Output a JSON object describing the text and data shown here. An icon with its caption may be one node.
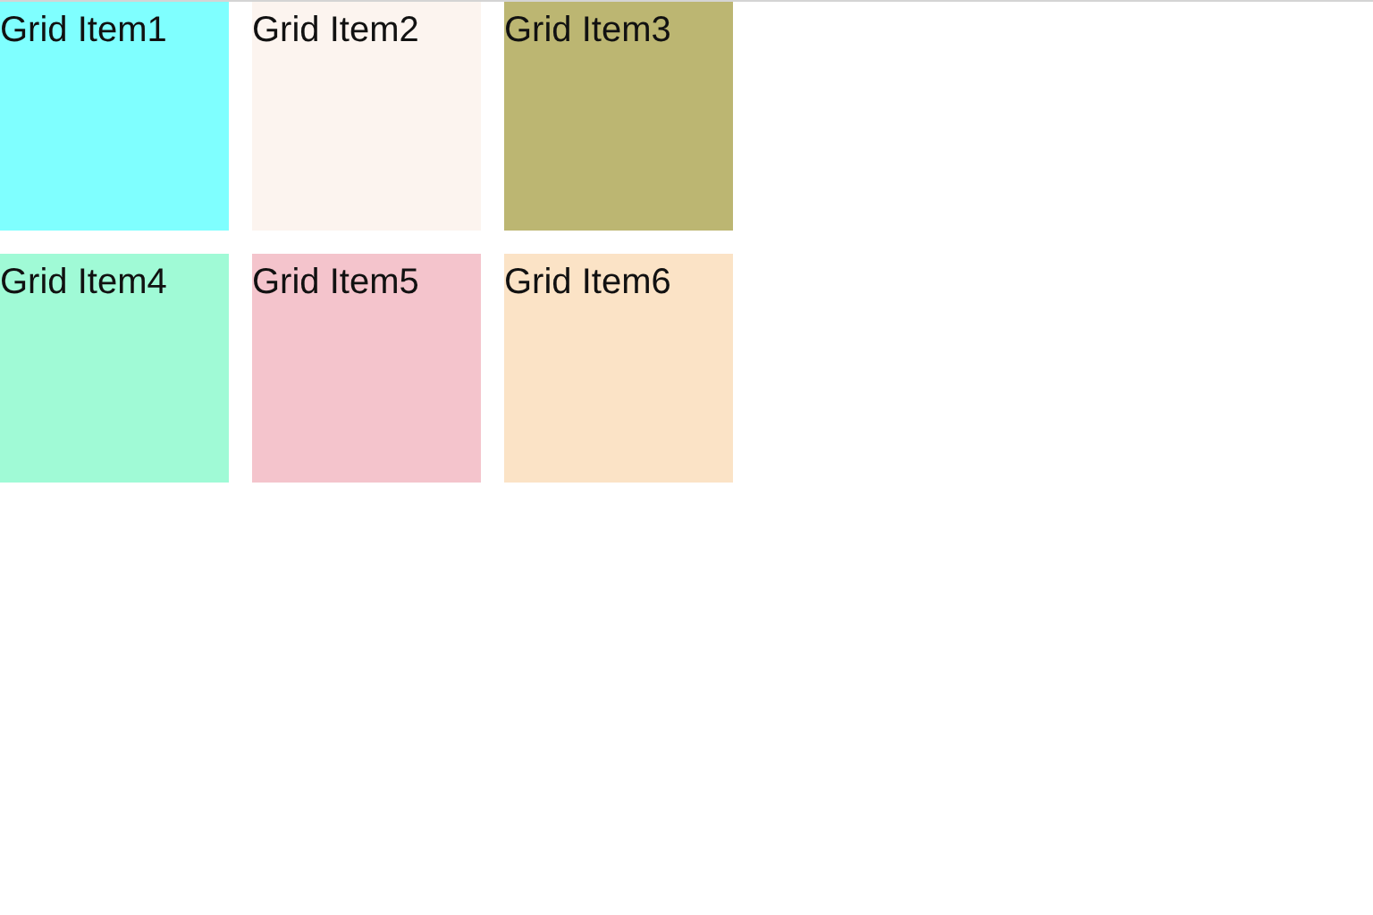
{
  "diagram": {
    "nodes": [
      {
        "text": [
          "Grid Item1"
        ]
      },
      {
        "text": [
          "Grid Item2"
        ]
      },
      {
        "text": [
          "Grid Item3"
        ]
      },
      {
        "text": [
          "Grid Item4"
        ]
      },
      {
        "text": [
          "Grid Item5"
        ]
      },
      {
        "text": [
          "Grid Item6"
        ]
      }
    ]
  }
}
